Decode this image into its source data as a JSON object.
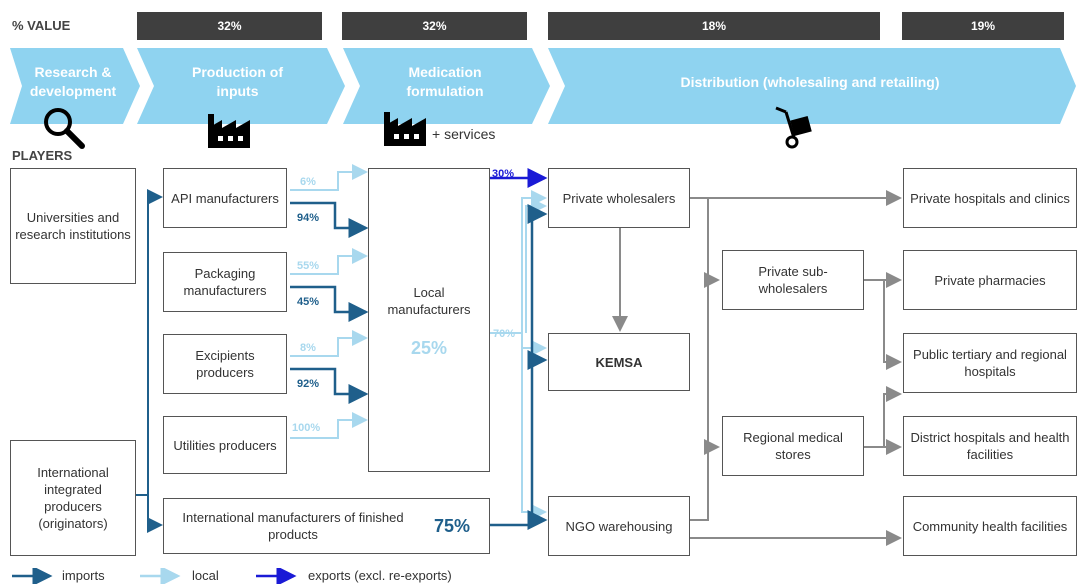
{
  "header": {
    "value_label": "% VALUE",
    "value_bars": [
      "32%",
      "32%",
      "18%",
      "19%"
    ]
  },
  "stages": [
    "Research & development",
    "Production of inputs",
    "Medication formulation",
    "Distribution (wholesaling and retailing)"
  ],
  "stage_icons": [
    "magnifier-icon",
    "factory-icon",
    "factory-icon",
    "hand-truck-icon"
  ],
  "services_label": "+ services",
  "players_label": "PLAYERS",
  "boxes": {
    "universities": "Universities and research institutions",
    "international_producers": "International integrated producers (originators)",
    "api": "API manufacturers",
    "packaging": "Packaging manufacturers",
    "excipients": "Excipients producers",
    "utilities": "Utilities producers",
    "intl_finished": "International manufacturers of finished products",
    "intl_finished_pct": "75%",
    "local_manufacturers": "Local manufacturers",
    "local_pct": "25%",
    "private_wholesalers": "Private wholesalers",
    "kemsa": "KEMSA",
    "ngo": "NGO warehousing",
    "private_sub": "Private sub-wholesalers",
    "regional_stores": "Regional medical stores",
    "private_hospitals": "Private hospitals and clinics",
    "private_pharmacies": "Private pharmacies",
    "public_tertiary": "Public tertiary and regional hospitals",
    "district_hospitals": "District hospitals and health facilities",
    "community": "Community health facilities"
  },
  "flow_pcts": {
    "api_local": "6%",
    "api_import": "94%",
    "pack_local": "55%",
    "pack_import": "45%",
    "excip_local": "8%",
    "excip_import": "92%",
    "util_local": "100%",
    "export": "30%",
    "local_out": "70%"
  },
  "legend": {
    "imports": "imports",
    "local": "local",
    "exports": "exports (excl. re-exports)"
  },
  "colors": {
    "stage_fill": "#8fd3f0",
    "value_bar": "#3f3f3f",
    "imports": "#1f5f8b",
    "local": "#a8d8ee",
    "exports": "#1a1ad6",
    "internal": "#8a8a8a"
  }
}
